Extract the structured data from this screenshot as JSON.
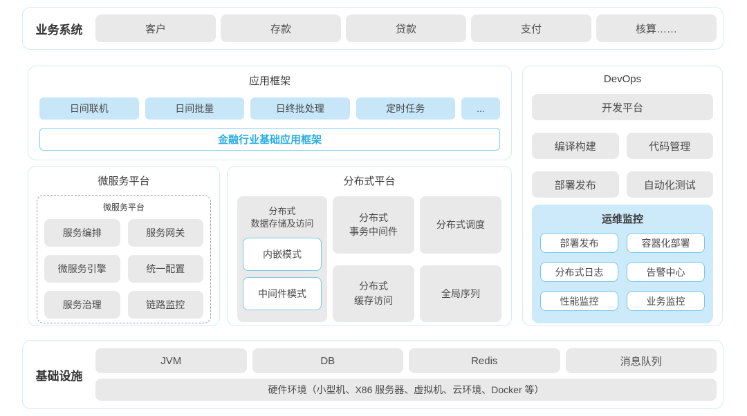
{
  "colors": {
    "container_border": "#d4ecf3",
    "gray_box_bg": "#e9e9e9",
    "blue_box_bg": "#c7e6f8",
    "monitor_panel_bg": "#cdeafa",
    "outline_blue": "#74c7ec",
    "accent_text_blue": "#2bade2",
    "text_dark": "#4a4a4a"
  },
  "business_systems": {
    "label": "业务系统",
    "items": [
      "客户",
      "存款",
      "贷款",
      "支付",
      "核算……"
    ]
  },
  "app_framework": {
    "title": "应用框架",
    "items": [
      "日间联机",
      "日间批量",
      "日终批处理",
      "定时任务",
      "..."
    ],
    "base_bar": "金融行业基础应用框架"
  },
  "microservice_platform": {
    "title": "微服务平台",
    "inner_title": "微服务平台",
    "items": [
      "服务编排",
      "服务网关",
      "微服务引擎",
      "统一配置",
      "服务治理",
      "链路监控"
    ]
  },
  "distributed_platform": {
    "title": "分布式平台",
    "storage": {
      "title": "分布式\n数据存储及访问",
      "modes": [
        "内嵌模式",
        "中间件模式"
      ]
    },
    "cells": [
      "分布式\n事务中间件",
      "分布式调度",
      "分布式\n缓存访问",
      "全局序列"
    ]
  },
  "devops": {
    "title": "DevOps",
    "dev_platform": "开发平台",
    "tools": [
      "编译构建",
      "代码管理",
      "部署发布",
      "自动化测试"
    ],
    "monitor": {
      "title": "运维监控",
      "items": [
        "部署发布",
        "容器化部署",
        "分布式日志",
        "告警中心",
        "性能监控",
        "业务监控"
      ]
    }
  },
  "infrastructure": {
    "label": "基础设施",
    "items": [
      "JVM",
      "DB",
      "Redis",
      "消息队列"
    ],
    "hardware": "硬件环境（小型机、X86 服务器、虚拟机、云环境、Docker 等）"
  }
}
